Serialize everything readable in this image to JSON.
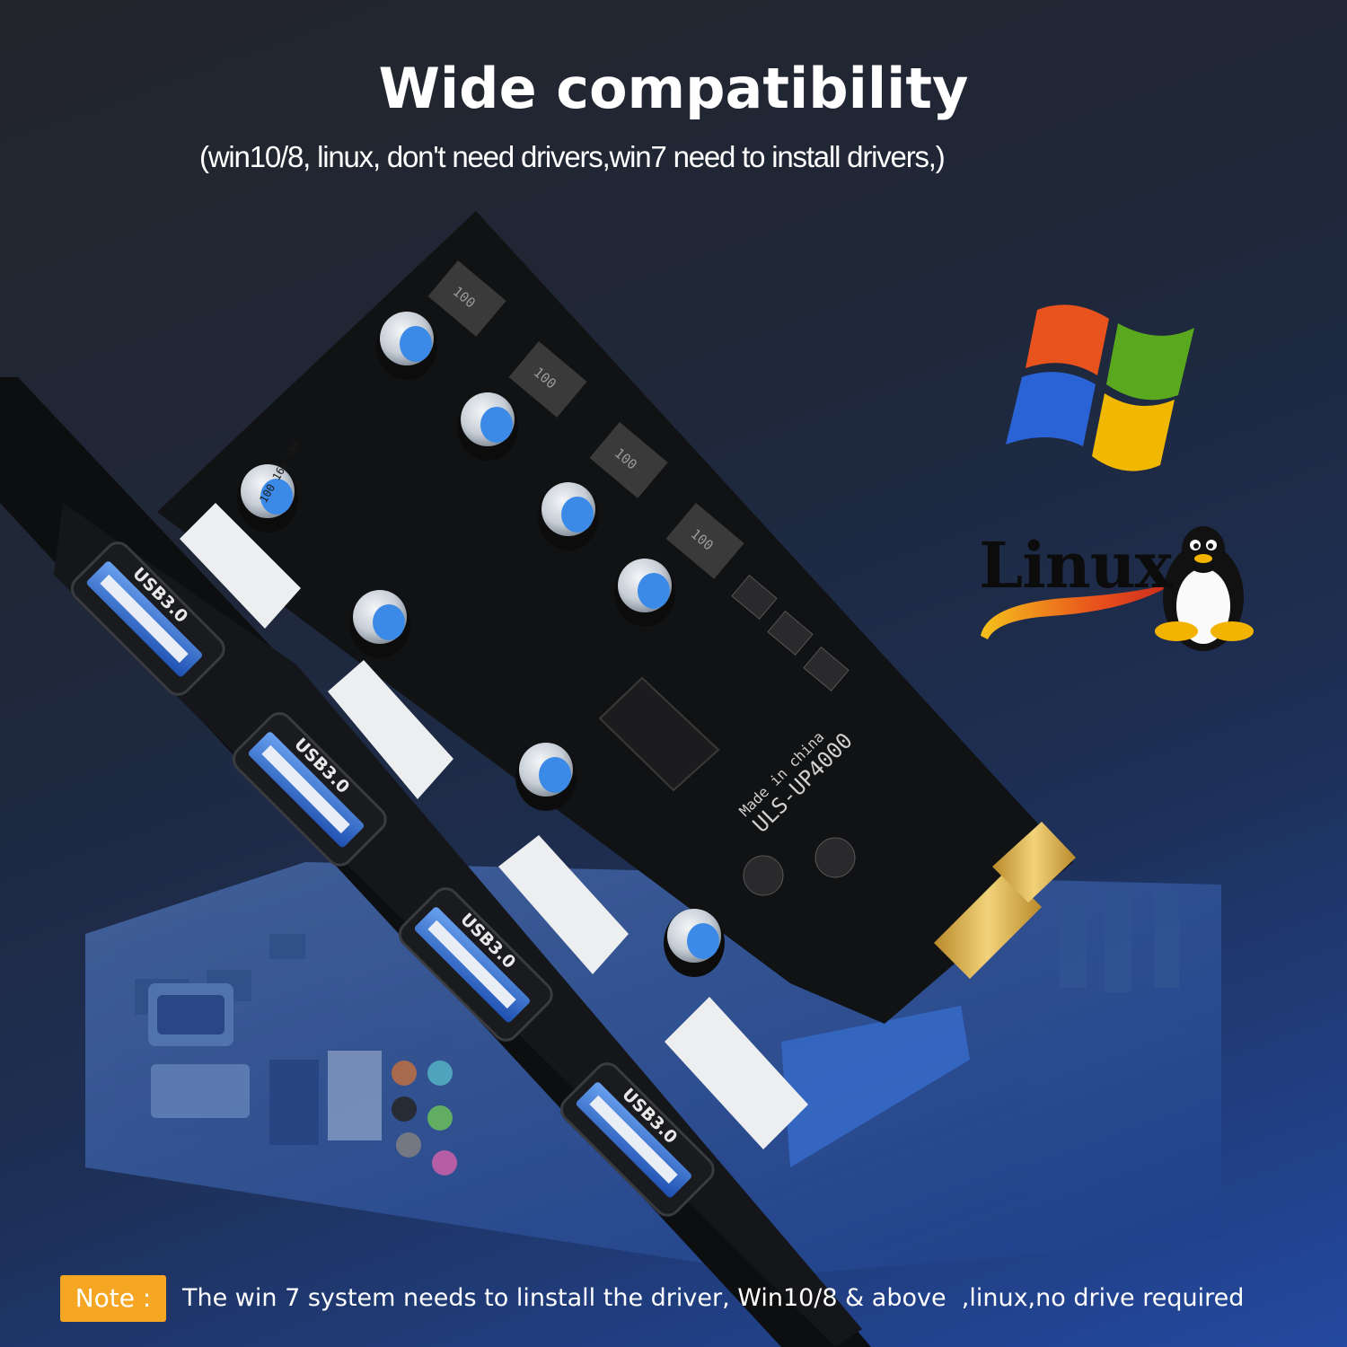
{
  "heading": {
    "title": "Wide compatibility",
    "subtitle": "(win10/8, linux, don't need drivers,win7 need  to install drivers,)"
  },
  "logos": {
    "linux_text": "Linux",
    "windows_colors": [
      "#e8521c",
      "#5aa81e",
      "#2a63d6",
      "#f0b800"
    ]
  },
  "card": {
    "port_label": "USB3.0",
    "model_text": "ULS-UP4000",
    "made_in_text": "Made in china",
    "inductor_label": "100",
    "capacitor_text": "100 16V SWK"
  },
  "note": {
    "badge": "Note :",
    "text": "The win 7 system needs to linstall the driver, Win10/8 & above  ,linux,no drive required"
  },
  "colors": {
    "accent_note": "#f5a623",
    "usb_blue": "#2f6fd8",
    "pcb_black": "#111214",
    "gold_contacts": "#d8b04a"
  }
}
